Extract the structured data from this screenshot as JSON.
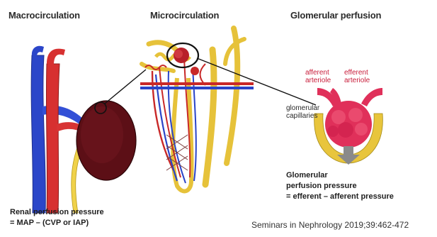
{
  "panels": {
    "macro_title": "Macrocirculation",
    "micro_title": "Microcirculation",
    "glom_title": "Glomerular perfusion"
  },
  "labels": {
    "afferent_1": "afferent",
    "afferent_2": "arteriole",
    "efferent_1": "efferent",
    "efferent_2": "arteriole",
    "capillaries_1": "glomerular",
    "capillaries_2": "capillaries"
  },
  "captions": {
    "renal_line1": "Renal perfusion pressure",
    "renal_line2": "= MAP – (CVP or IAP)",
    "glom_line1": "Glomerular",
    "glom_line2": "perfusion pressure",
    "glom_line3": "= efferent – afferent pressure"
  },
  "citation": "Seminars in Nephrology 2019;39:462-472",
  "colors": {
    "artery": "#d42a2a",
    "vein": "#2a44c8",
    "kidney": "#5c0f16",
    "tubule": "#f0d24a",
    "glomerulus": "#e0305a"
  }
}
